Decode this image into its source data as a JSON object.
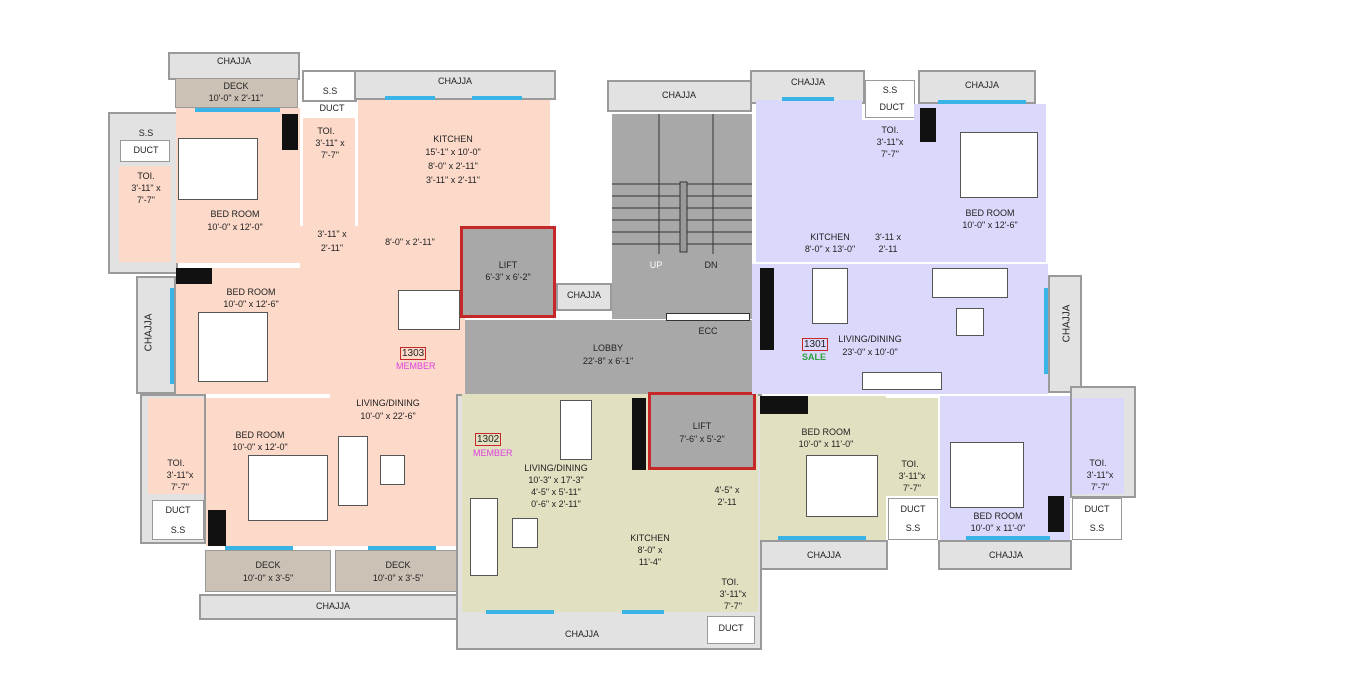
{
  "labels": {
    "chajja": "CHAJJA",
    "ss": "S.S",
    "duct": "DUCT",
    "toi": "TOI.",
    "bed_room": "BED ROOM",
    "deck": "DECK",
    "kitchen": "KITCHEN",
    "lift": "LIFT",
    "living_dining": "LIVING/DINING",
    "lobby": "LOBBY",
    "up": "UP",
    "dn": "DN",
    "ecc": "ECC"
  },
  "colors": {
    "unit_1303": "#fcd9c9",
    "unit_1302": "#e1e0c1",
    "unit_1301": "#dad9fb",
    "core": "#a8a8a8",
    "lift_border": "#c62828",
    "window": "#3ab4e6",
    "member": "#e040e0",
    "sale": "#2e9e3e"
  },
  "core": {
    "lobby_dim": "22'-8\" x 6'-1\""
  },
  "unit_1303": {
    "number": "1303",
    "status": "MEMBER",
    "deck_top": "10'-0\" x 2'-11\"",
    "bed1": "10'-0\" x 12'-0\"",
    "toi_left": [
      "3'-11\" x",
      "7'-7\""
    ],
    "toi_top": [
      "3'-11\" x",
      "7'-7\""
    ],
    "kitchen": [
      "15'-1\" x 10'-0\"",
      "8'-0\" x 2'-11\"",
      "3'-11\" x 2'-11\""
    ],
    "passage_a": [
      "3'-11\" x",
      "2'-11\""
    ],
    "passage_b": "8'-0\" x 2'-11\"",
    "lift": "6'-3\" x 6'-2\"",
    "bed2": "10'-0\" x 12'-6\"",
    "living": "10'-0\" x 22'-6\"",
    "bed3": "10'-0\" x 12'-0\"",
    "toi_bottom": [
      "3'-11\"x",
      "7'-7\""
    ],
    "deck_b1": "10'-0\" x 3'-5\"",
    "deck_b2": "10'-0\" x 3'-5\""
  },
  "unit_1302": {
    "number": "1302",
    "status": "MEMBER",
    "living": [
      "10'-3\" x 17'-3\"",
      "4'-5\" x 5'-11\"",
      "0'-6\" x 2'-11\""
    ],
    "kitchen": [
      "8'-0\" x",
      "11'-4\""
    ],
    "passage": [
      "4'-5\" x",
      "2'-11"
    ],
    "toi": [
      "3'-11\"x",
      "7'-7\""
    ],
    "lift": "7'-6\" x 5'-2\"",
    "bed": "10'-0\" x 11'-0\"",
    "toi_b": [
      "3'-11\"x",
      "7'-7\""
    ]
  },
  "unit_1301": {
    "number": "1301",
    "status": "SALE",
    "kitchen": "8'-0\" x 13'-0\"",
    "toi": [
      "3'-11\"x",
      "7'-7\""
    ],
    "passage": [
      "3'-11 x",
      "2'-11"
    ],
    "bed1": "10'-0\" x 12'-6\"",
    "living": "23'-0\" x 10'-0\"",
    "bed2": "10'-0\" x 11'-0\"",
    "toi_b": [
      "3'-11\"x",
      "7'-7\""
    ]
  }
}
